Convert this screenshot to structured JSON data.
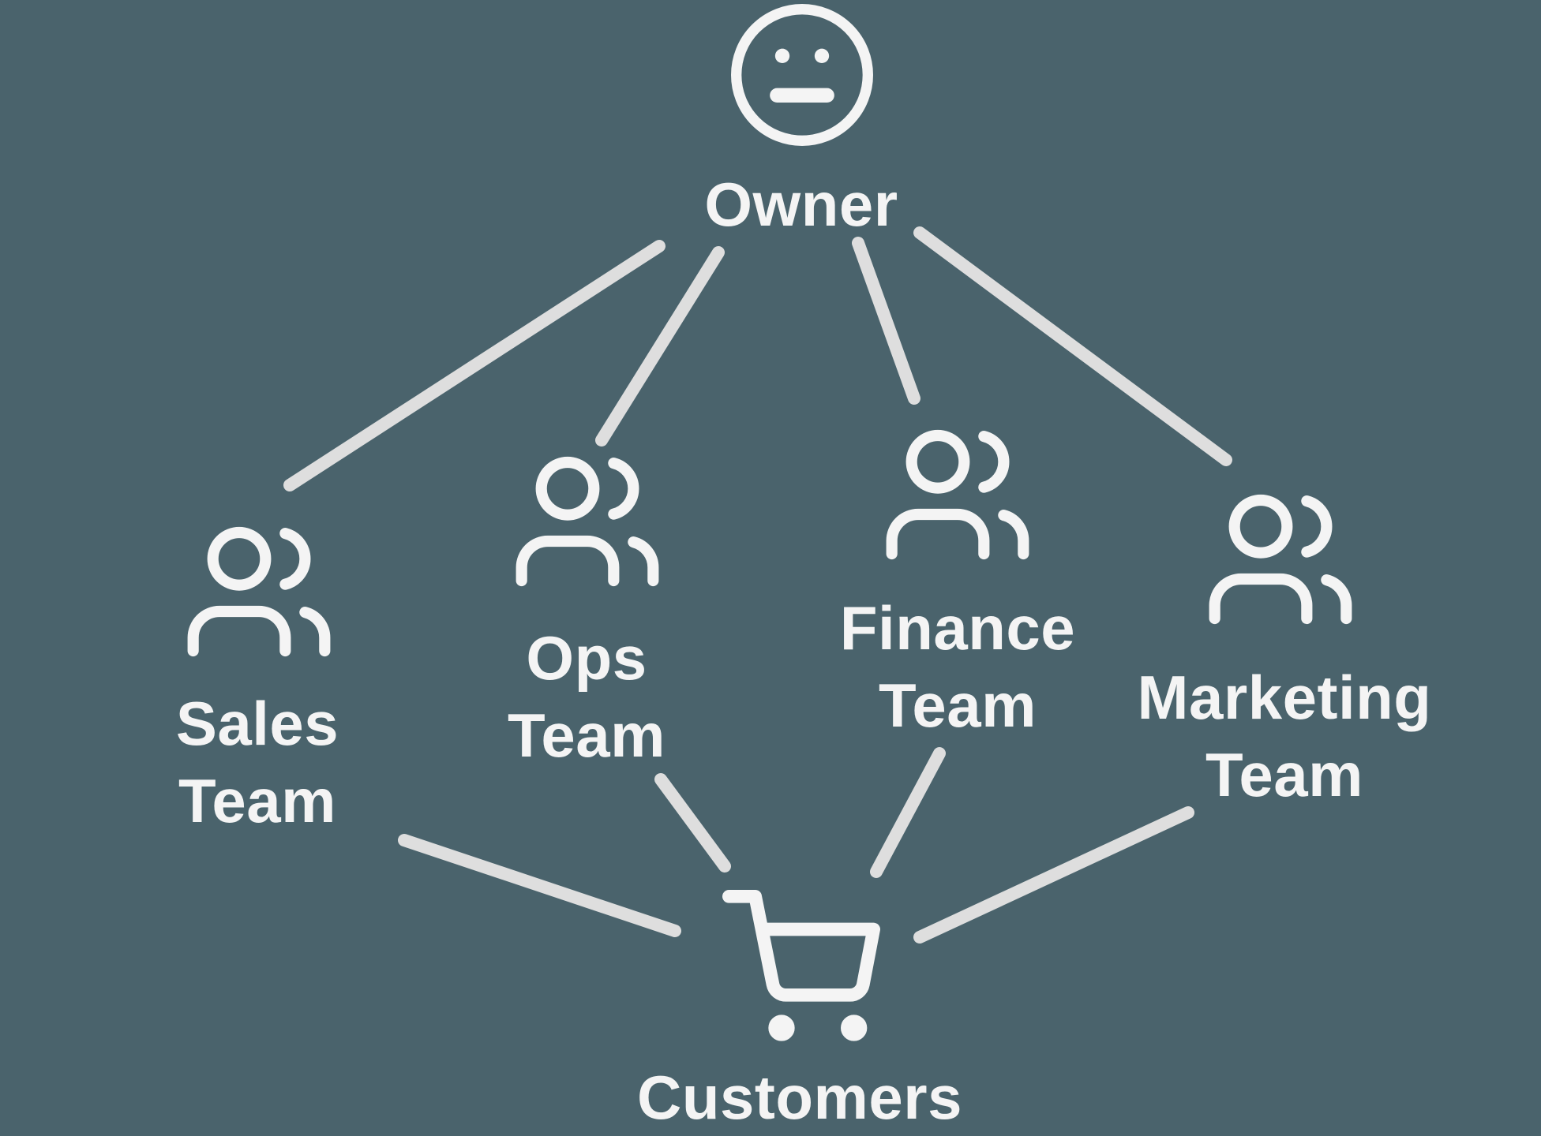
{
  "colors": {
    "background": "#4a636c",
    "connector": "#dedede",
    "icon": "#f4f4f4",
    "text": "#f4f4f4"
  },
  "nodes": {
    "owner": {
      "label": "Owner",
      "icon": "meh-face-icon"
    },
    "sales": {
      "line1": "Sales",
      "line2": "Team",
      "icon": "users-icon"
    },
    "ops": {
      "line1": "Ops",
      "line2": "Team",
      "icon": "users-icon"
    },
    "finance": {
      "line1": "Finance",
      "line2": "Team",
      "icon": "users-icon"
    },
    "marketing": {
      "line1": "Marketing",
      "line2": "Team",
      "icon": "users-icon"
    },
    "customers": {
      "label": "Customers",
      "icon": "shopping-cart-icon"
    }
  },
  "edges": [
    {
      "from": "Owner",
      "to": "Sales Team"
    },
    {
      "from": "Owner",
      "to": "Ops Team"
    },
    {
      "from": "Owner",
      "to": "Finance Team"
    },
    {
      "from": "Owner",
      "to": "Marketing Team"
    },
    {
      "from": "Sales Team",
      "to": "Customers"
    },
    {
      "from": "Ops Team",
      "to": "Customers"
    },
    {
      "from": "Finance Team",
      "to": "Customers"
    },
    {
      "from": "Marketing Team",
      "to": "Customers"
    }
  ]
}
